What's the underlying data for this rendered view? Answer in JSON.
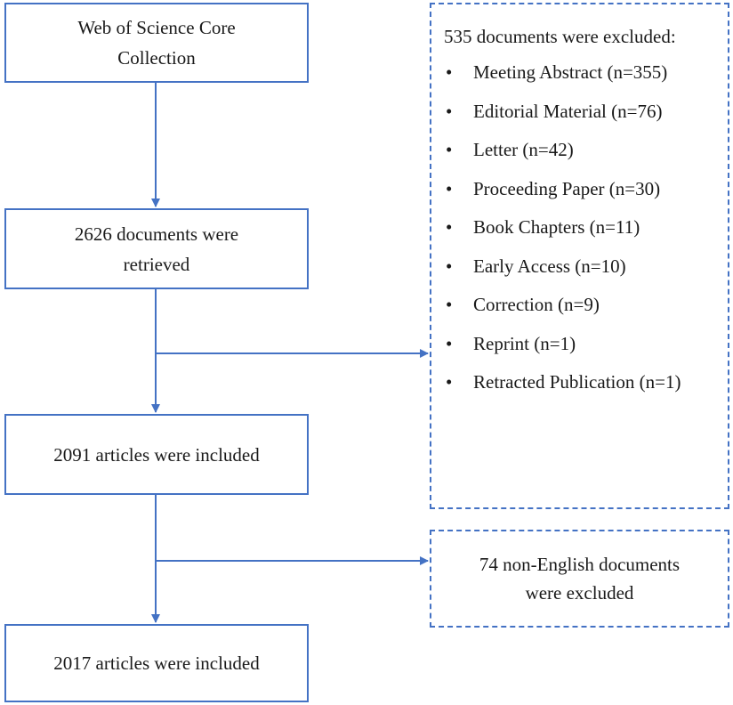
{
  "boxes": {
    "source": [
      "Web of Science Core",
      "Collection"
    ],
    "retrieved": [
      "2626 documents were",
      "retrieved"
    ],
    "included_1": "2091 articles were included",
    "included_2": "2017 articles were included"
  },
  "exclusion_1": {
    "heading": "535 documents were excluded:",
    "items": [
      "Meeting Abstract (n=355)",
      "Editorial Material (n=76)",
      "Letter (n=42)",
      "Proceeding Paper (n=30)",
      "Book Chapters (n=11)",
      "Early Access (n=10)",
      "Correction (n=9)",
      "Reprint (n=1)",
      "Retracted Publication (n=1)"
    ]
  },
  "exclusion_2": [
    "74 non-English documents",
    "were excluded"
  ],
  "colors": {
    "border": "#4472c4",
    "arrow": "#4472c4",
    "text": "#1a1a1a"
  }
}
